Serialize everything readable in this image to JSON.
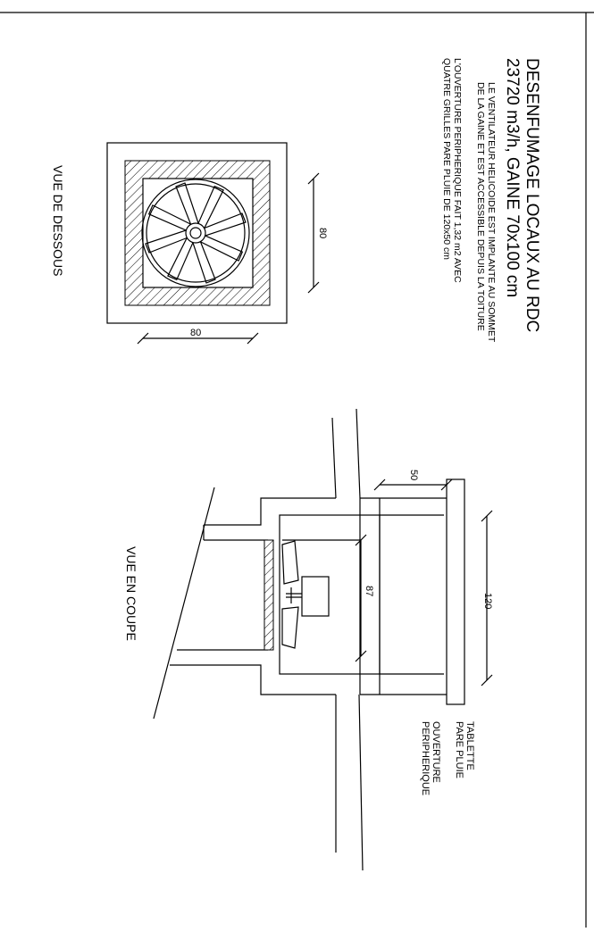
{
  "title": {
    "line1": "DESENFUMAGE LOCAUX AU RDC",
    "line2": "23720 m3/h, GAINE 70x100 cm"
  },
  "notes": {
    "line1": "LE VENTILATEUR HELICOIDE EST IMPLANTE AU SOMMET",
    "line2": "DE LA GAINE ET EST ACCESSIBLE DEPUIS LA TOITURE",
    "line3": "L'OUVERTURE PERIPHERIQUE FAIT 1,32 m2 AVEC",
    "line4": "QUATRE GRILLES PARE PLUIE DE 120x50 cm"
  },
  "views": {
    "bottom_view_label": "VUE DE DESSOUS",
    "section_view_label": "VUE EN COUPE"
  },
  "dimensions": {
    "bottom_width": "80",
    "bottom_depth": "80",
    "opening_height": "50",
    "tablet_width": "120",
    "fan_height": "87"
  },
  "callouts": {
    "tablet_line1": "TABLETTE",
    "tablet_line2": "PARE PLUIE",
    "opening_line1": "OUVERTURE",
    "opening_line2": "PERIPHERIQUE"
  }
}
